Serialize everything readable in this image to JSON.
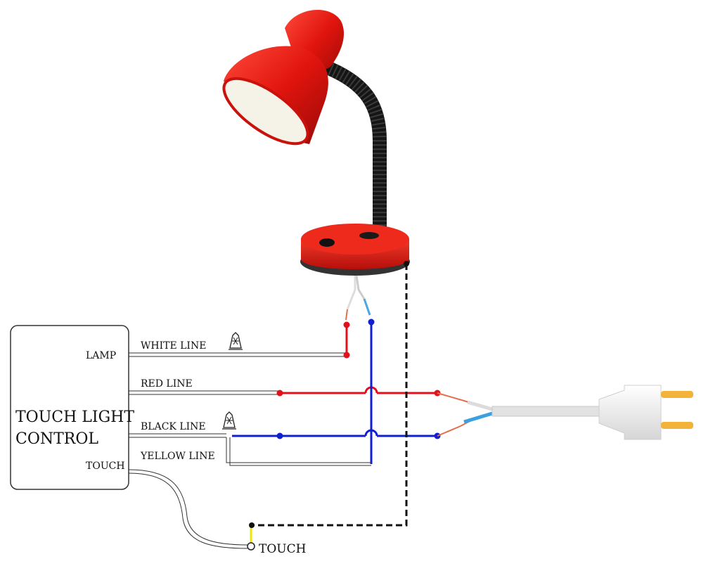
{
  "control_box": {
    "title_line1": "TOUCH LIGHT",
    "title_line2": "CONTROL",
    "lamp_port": "LAMP",
    "touch_port": "TOUCH"
  },
  "wires": {
    "white": "WHITE LINE",
    "red": "RED LINE",
    "black": "BLACK LINE",
    "yellow": "YELLOW LINE"
  },
  "touch_point_label": "TOUCH",
  "colors": {
    "red_wire": "#e0111a",
    "blue_wire": "#1020d0",
    "yellow_wire": "#f2e600",
    "lamp_red": "#e01a12",
    "plug_gray": "#e8e8e8",
    "pin_orange": "#f3b23a"
  }
}
